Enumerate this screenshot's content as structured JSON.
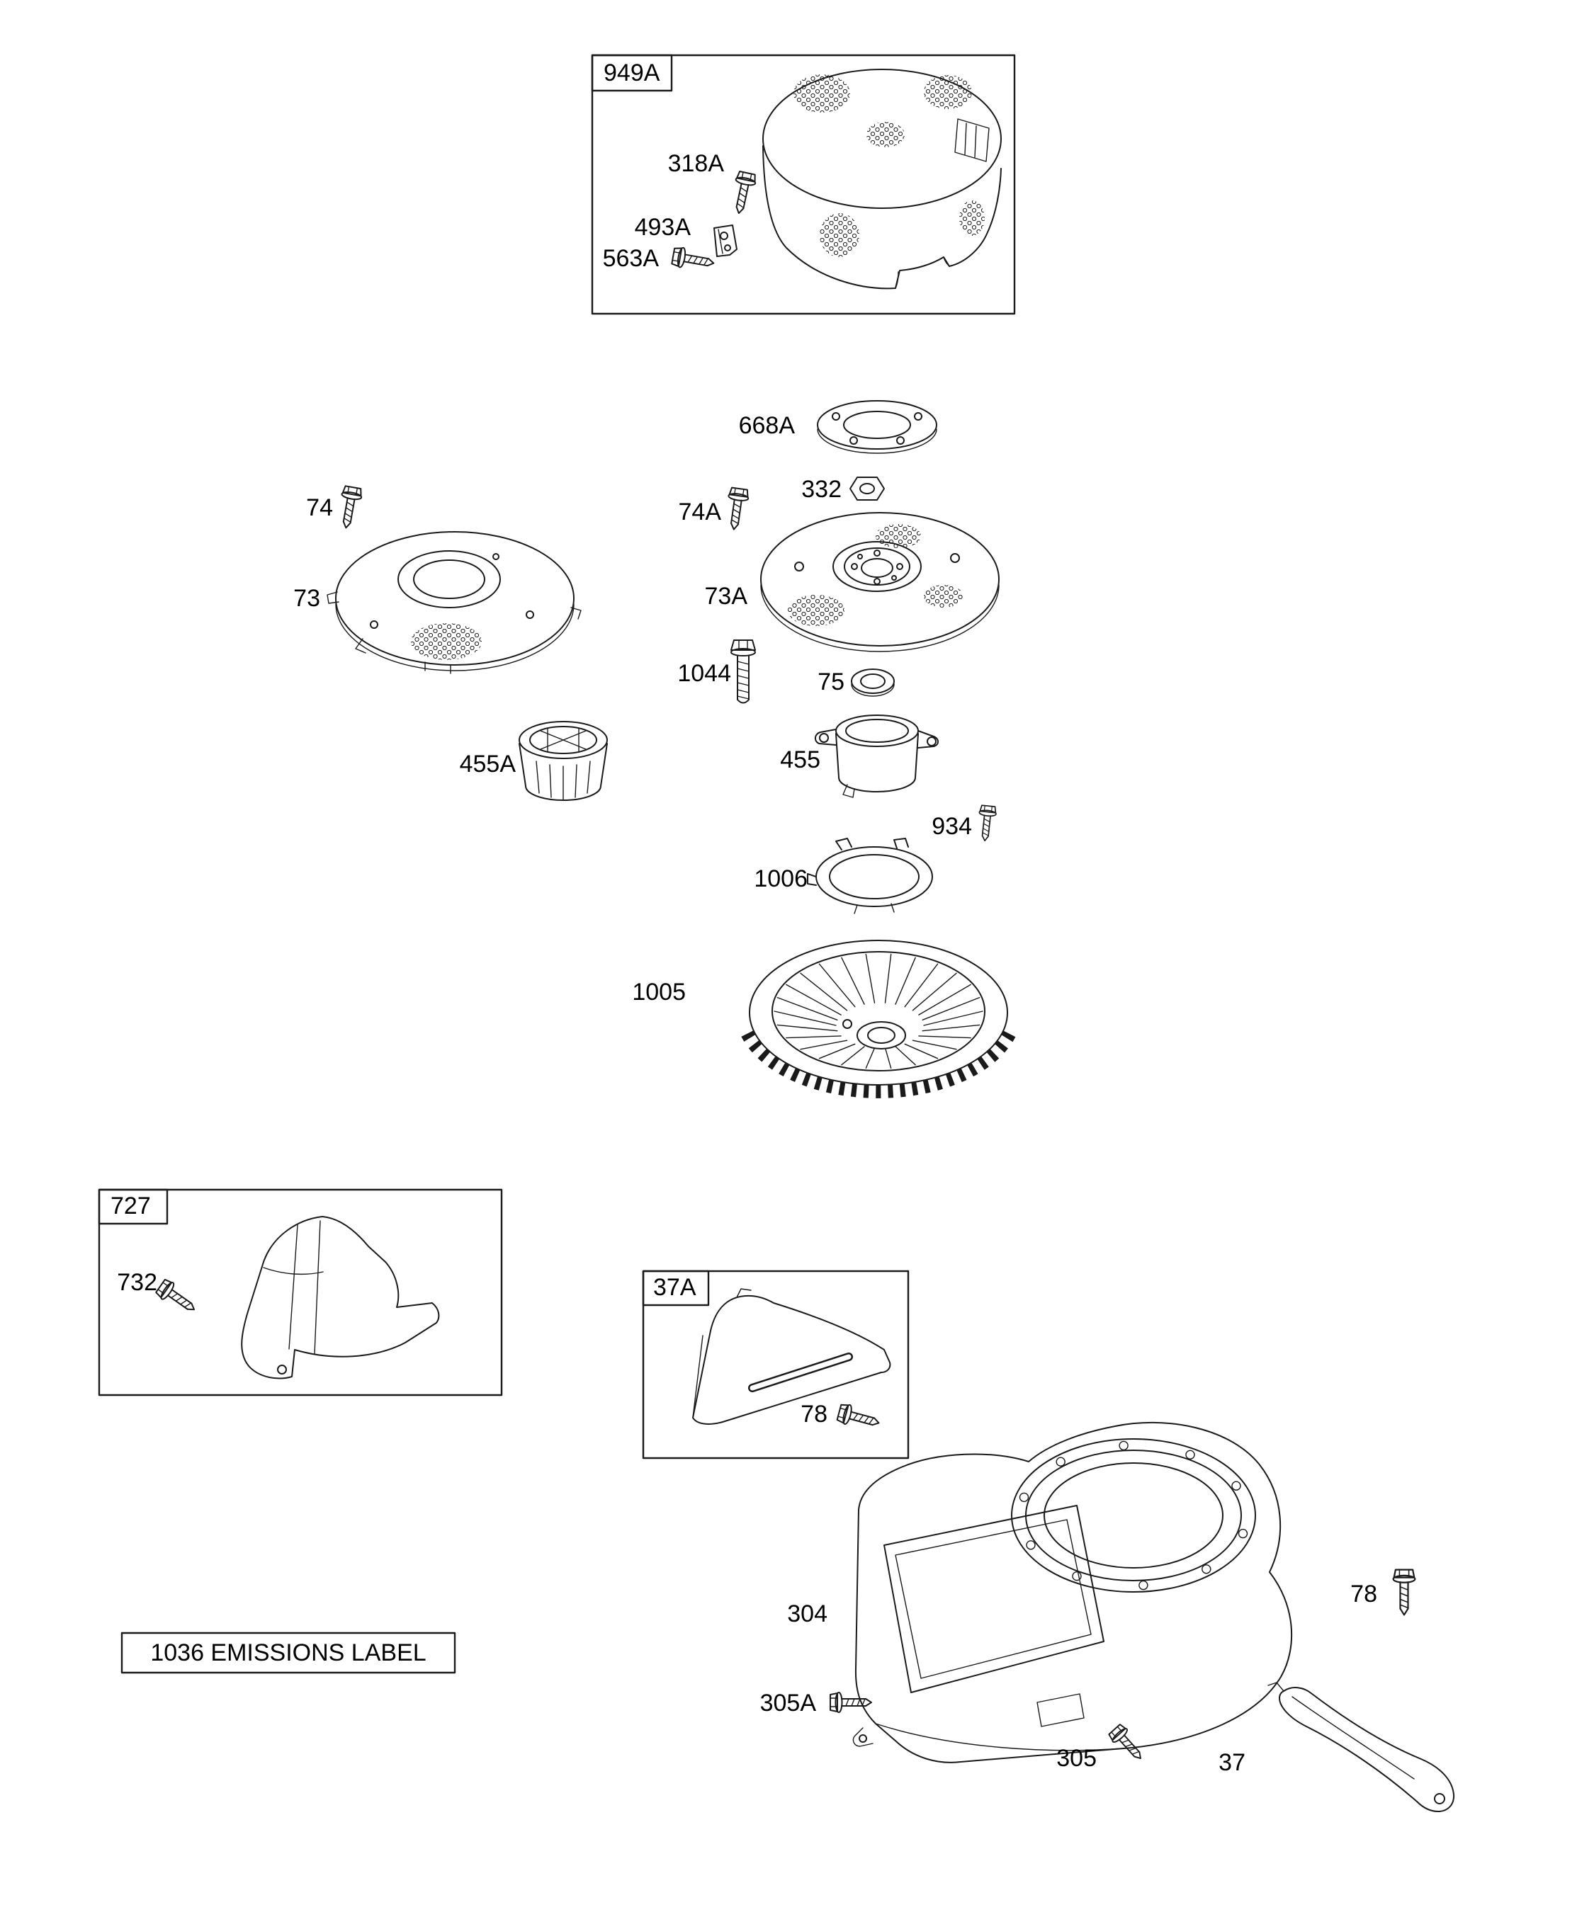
{
  "page": {
    "background": "#ffffff",
    "line_color": "#1a1a1a"
  },
  "callouts": {
    "b949A": "949A",
    "p318A": "318A",
    "p493A": "493A",
    "p563A": "563A",
    "p668A": "668A",
    "p332": "332",
    "p74": "74",
    "p74A": "74A",
    "p73": "73",
    "p73A": "73A",
    "p1044": "1044",
    "p75": "75",
    "p455A": "455A",
    "p455": "455",
    "p934": "934",
    "p1006": "1006",
    "p1005": "1005",
    "b727": "727",
    "p732": "732",
    "b37A": "37A",
    "p78a": "78",
    "p304": "304",
    "p305A": "305A",
    "p305": "305",
    "p78b": "78",
    "p37": "37",
    "emissions": "1036 EMISSIONS LABEL"
  }
}
